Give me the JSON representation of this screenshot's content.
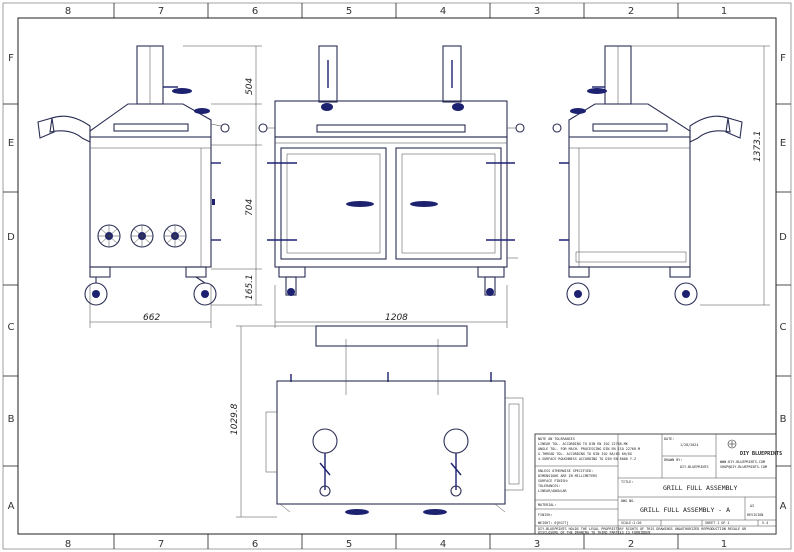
{
  "border": {
    "columns": [
      "8",
      "7",
      "6",
      "5",
      "4",
      "3",
      "2",
      "1"
    ],
    "rows": [
      "F",
      "E",
      "D",
      "C",
      "B",
      "A"
    ]
  },
  "dimensions": {
    "top_height": "504",
    "body_height": "704",
    "leg_height": "165.1",
    "total_height": "1373.1",
    "side_width": "662",
    "front_width": "1208",
    "top_depth": "1029.8"
  },
  "title_block": {
    "notes": [
      "NOTE ON TOLERANCES",
      "LINEAR TOL. ACCORDING TO DIN EN ISO 22768-MK",
      "ANGLE TOL. FOR MACH. PROCESSING DIN EN ISO 22768-M",
      "G-THREAD TOL. ACCORDING TO DIN ISO 6A/6G 6H/6G",
      "4-SURFACE ROUGHNESS ACCORDING TO DIN EN 8000 Y-Z"
    ],
    "specs": [
      "UNLESS OTHERWISE SPECIFIED:",
      "DIMENSIONS ARE IN MILLIMETERS",
      "SURFACE FINISH:",
      "TOLERANCES:",
      "LINEAR/ANGULAR"
    ],
    "material_label": "MATERIAL:",
    "finish_label": "FINISH:",
    "weight_label": "WEIGHT: 0[KG??]",
    "scale_label": "SCALE:1:20",
    "legal": [
      "DIY-BLUEPRINTS HOLDS THE LEGAL PROPRIETARY RIGHTS OF THIS DRAWINGS UNAUTHORIZED REPRODUCTION RESALE OR",
      "DISCLOSURE OF THE DRAWING TO THIRD PARTIES IS FORBIDDEN"
    ],
    "date_label": "DATE:",
    "date_value": "1/28/2024",
    "drawn_label": "DRAWN BY:",
    "drawn_value": "DIY-BLUEPRINTS",
    "brand_name": "DIY BLUEPRINTS",
    "brand_site": "WWW.DIY-BLUEPRINTS.COM",
    "brand_email": "SHOP@DIY-BLUEPRINTS.COM",
    "title_label": "TITLE:",
    "title_value": "GRILL FULL ASSEMBLY",
    "dwg_label": "DWG NO.",
    "dwg_value": "GRILL FULL ASSEMBLY - A",
    "size_value": "A3",
    "rev_value": "REVISION",
    "sheet_label": "SHEET 1 OF 1",
    "sheet_rev": "V.4"
  }
}
